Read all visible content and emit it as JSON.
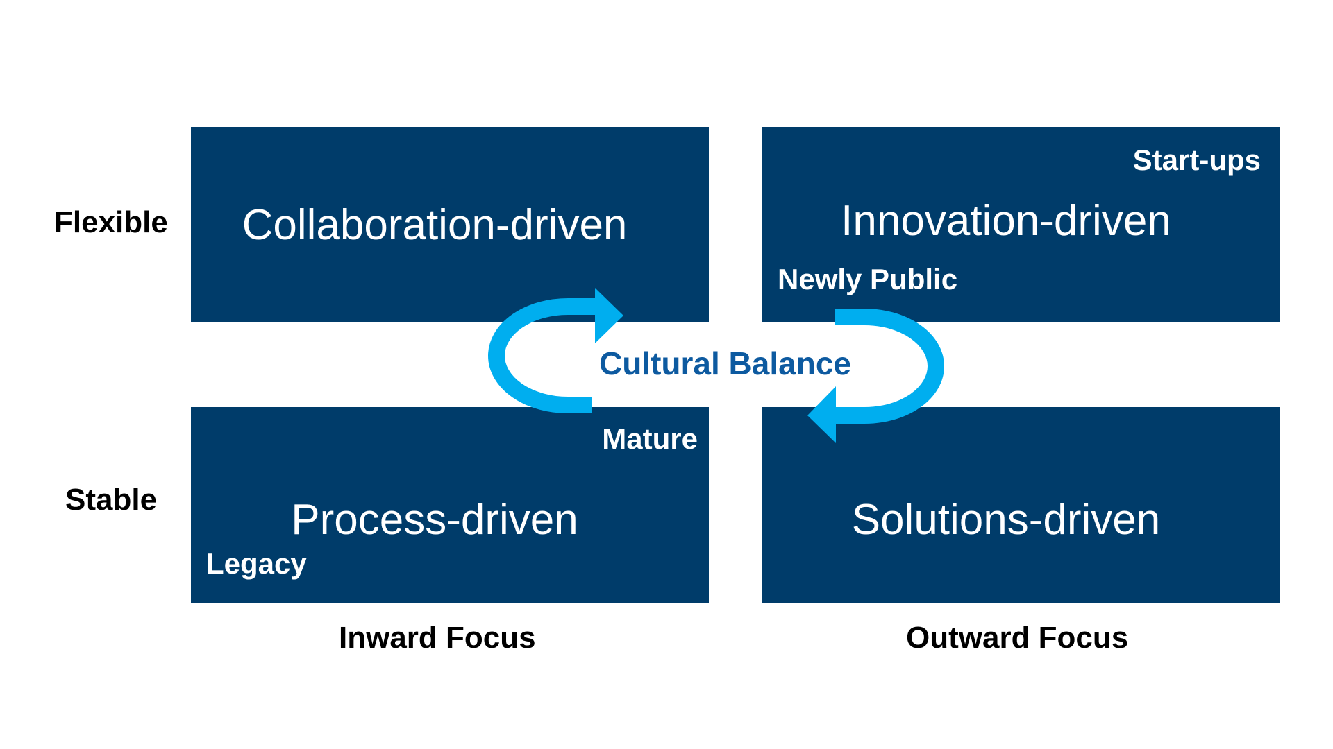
{
  "quadrants": {
    "top_left": {
      "title": "Collaboration-driven"
    },
    "top_right": {
      "title": "Innovation-driven",
      "tag_top": "Start-ups",
      "tag_bottom": "Newly Public"
    },
    "bottom_left": {
      "title": "Process-driven",
      "tag_top": "Mature",
      "tag_bottom": "Legacy"
    },
    "bottom_right": {
      "title": "Solutions-driven"
    }
  },
  "axes": {
    "top_row": "Flexible",
    "bottom_row": "Stable",
    "left_column": "Inward Focus",
    "right_column": "Outward Focus"
  },
  "center_label": "Cultural Balance",
  "colors": {
    "quadrant_fill": "#003c6a",
    "quadrant_text": "#ffffff",
    "cycle_arrow": "#00aeef",
    "center_label": "#0d5aa0",
    "axis_text": "#000000"
  },
  "icons": {
    "left_arrow": "curved-arrow-clockwise-icon",
    "right_arrow": "curved-arrow-counterclockwise-icon"
  }
}
